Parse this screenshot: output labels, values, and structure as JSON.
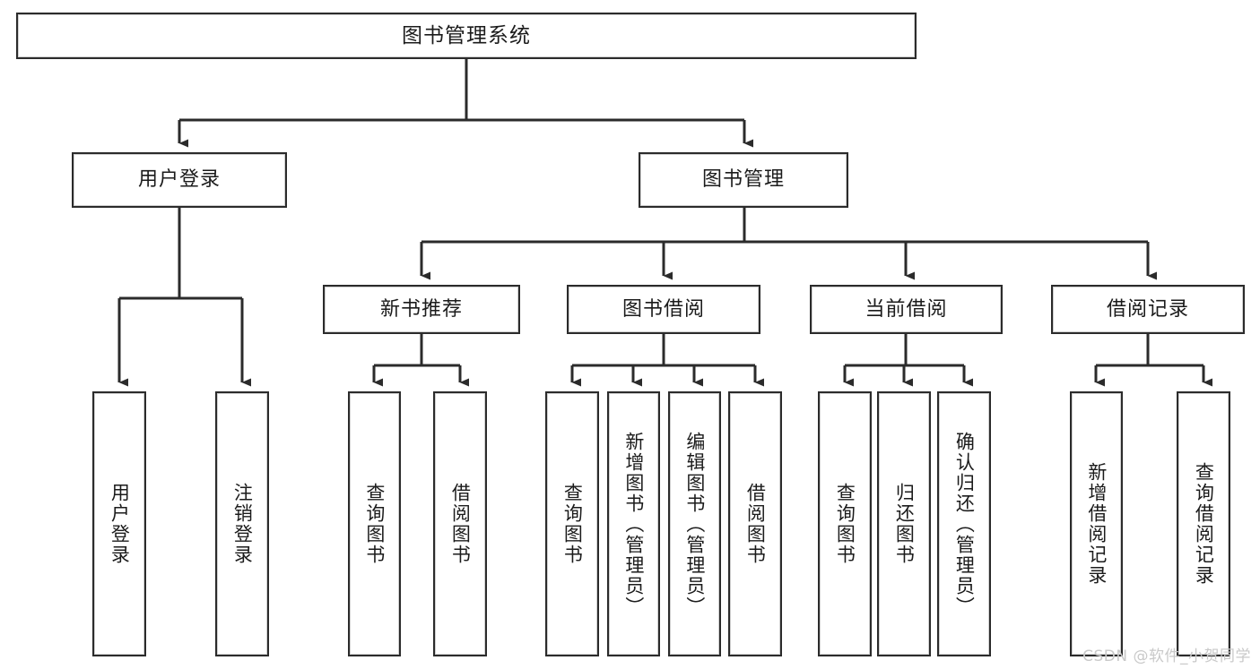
{
  "diagram": {
    "title": "图书管理系统",
    "type": "功能结构图",
    "watermark": "CSDN @软件_小贺同学",
    "colors": {
      "box_border": "#2b2b2b",
      "box_fill": "#ffffff",
      "connector": "#2b2b2b",
      "text": "#1b1b1b",
      "watermark": "#c9c9c9"
    },
    "root": {
      "label": "图书管理系统"
    },
    "level2": [
      {
        "label": "用户登录"
      },
      {
        "label": "图书管理"
      }
    ],
    "level3": [
      {
        "label": "新书推荐"
      },
      {
        "label": "图书借阅"
      },
      {
        "label": "当前借阅"
      },
      {
        "label": "借阅记录"
      }
    ],
    "leaves": [
      {
        "label": "用户登录"
      },
      {
        "label": "注销登录"
      },
      {
        "label": "查询图书"
      },
      {
        "label": "借阅图书"
      },
      {
        "label": "查询图书"
      },
      {
        "label": "新增图书（管理员）"
      },
      {
        "label": "编辑图书（管理员）"
      },
      {
        "label": "借阅图书"
      },
      {
        "label": "查询图书"
      },
      {
        "label": "归还图书"
      },
      {
        "label": "确认归还（管理员）"
      },
      {
        "label": "新增借阅记录"
      },
      {
        "label": "查询借阅记录"
      }
    ]
  }
}
